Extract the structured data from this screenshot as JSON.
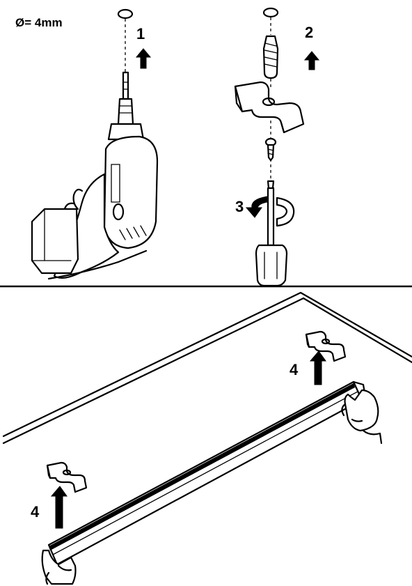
{
  "diameter_label": "Ø= 4mm",
  "steps": {
    "step1": "1",
    "step2": "2",
    "step3": "3",
    "step4_right": "4",
    "step4_left": "4"
  },
  "icons": [
    "drill-icon",
    "wall-plug-icon",
    "mounting-clip-icon",
    "screw-icon",
    "screwdriver-icon",
    "rotate-arrow-icon",
    "up-arrow-icon",
    "light-fixture-icon",
    "hand-icon"
  ],
  "colors": {
    "ink": "#000000",
    "paper": "#ffffff"
  }
}
